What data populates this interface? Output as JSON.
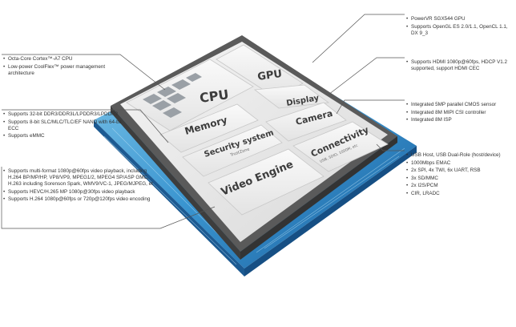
{
  "chip": {
    "blocks": {
      "cpu": "CPU",
      "gpu": "GPU",
      "display": "Display",
      "memory": "Memory",
      "camera": "Camera",
      "security": "Security system",
      "security_sub": "TrustZone",
      "connectivity": "Connectivity",
      "connectivity_sub": "USB, SDIO, 1000M, etc",
      "video": "Video Engine"
    }
  },
  "notes": {
    "cpu": [
      "Octa-Core Cortex™-A7 CPU",
      "Low-power CoolFlex™ power management architecture"
    ],
    "memory": [
      "Supports 32-bit DDR3/DDR3L/LPDDR3/LPDDR2",
      "Supports 8-bit SLC/MLC/TLC/EF NAND with 64-bit ECC",
      "Supports eMMC"
    ],
    "video": [
      "Supports multi-format 1080p@60fps video playback, including H.264 BP/MP/HP, VP8/VP9, MPEG1/2, MPEG4 SP/ASP GMC, H.263 including Sorenson Spark, WMV9/VC-1, JPEG/MJPEG, et",
      "Supports HEVC/H.265 MP 1080p@30fps video playback",
      "Supports H.264 1080p@60fps or 720p@120fps video encoding"
    ],
    "gpu": [
      "PowerVR SGX544 GPU",
      "Supports OpenGL ES 2.0/1.1, OpenCL 1.1, DX 9_3"
    ],
    "display": [
      "Supports HDMI 1080p@60fps, HDCP V1.2 supported, support HDMI CEC"
    ],
    "camera": [
      "Integrated 5MP parallel CMOS sensor",
      "Integrated 8M MIPI CSI controller",
      "Integrated 8M ISP"
    ],
    "connectivity": [
      "USB Host, USB Dual-Role (host/device)",
      "1000Mbps EMAC",
      "2x SPI, 4x TWI, 6x UART, RSB",
      "3x SD/MMC",
      "2x I2S/PCM",
      "CIR, LRADC"
    ]
  }
}
